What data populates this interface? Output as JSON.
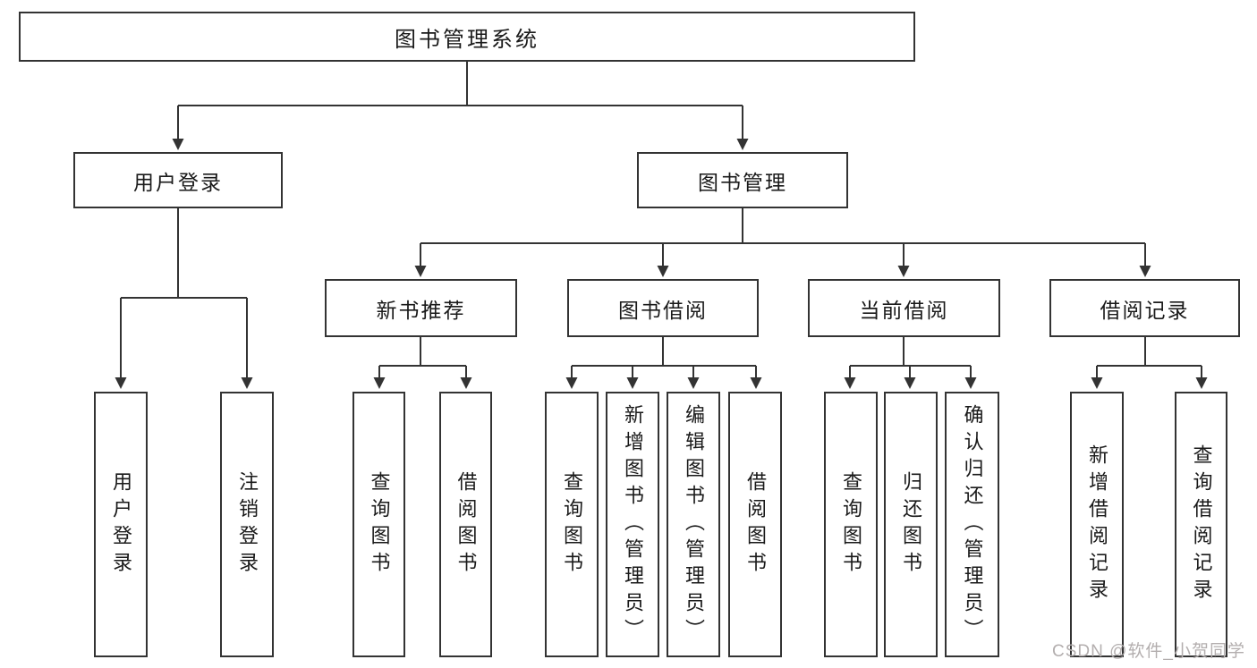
{
  "diagram": {
    "title": "图书管理系统",
    "tree": {
      "root": {
        "label": "图书管理系统"
      },
      "children": [
        {
          "label": "用户登录",
          "children": [
            {
              "label": "用户登录"
            },
            {
              "label": "注销登录"
            }
          ]
        },
        {
          "label": "图书管理",
          "children": [
            {
              "label": "新书推荐",
              "children": [
                {
                  "label": "查询图书"
                },
                {
                  "label": "借阅图书"
                }
              ]
            },
            {
              "label": "图书借阅",
              "children": [
                {
                  "label": "查询图书"
                },
                {
                  "label": "新增图书（管理员）"
                },
                {
                  "label": "编辑图书（管理员）"
                },
                {
                  "label": "借阅图书"
                }
              ]
            },
            {
              "label": "当前借阅",
              "children": [
                {
                  "label": "查询图书"
                },
                {
                  "label": "归还图书"
                },
                {
                  "label": "确认归还（管理员）"
                }
              ]
            },
            {
              "label": "借阅记录",
              "children": [
                {
                  "label": "新增借阅记录"
                },
                {
                  "label": "查询借阅记录"
                }
              ]
            }
          ]
        }
      ]
    },
    "colors": {
      "line": "#333333",
      "box_border": "#333333",
      "box_fill": "#ffffff",
      "text": "#1a1a1a",
      "watermark": "#b3aeae",
      "background": "#ffffff"
    }
  },
  "watermark": {
    "text": "CSDN @软件_小贺同学"
  }
}
